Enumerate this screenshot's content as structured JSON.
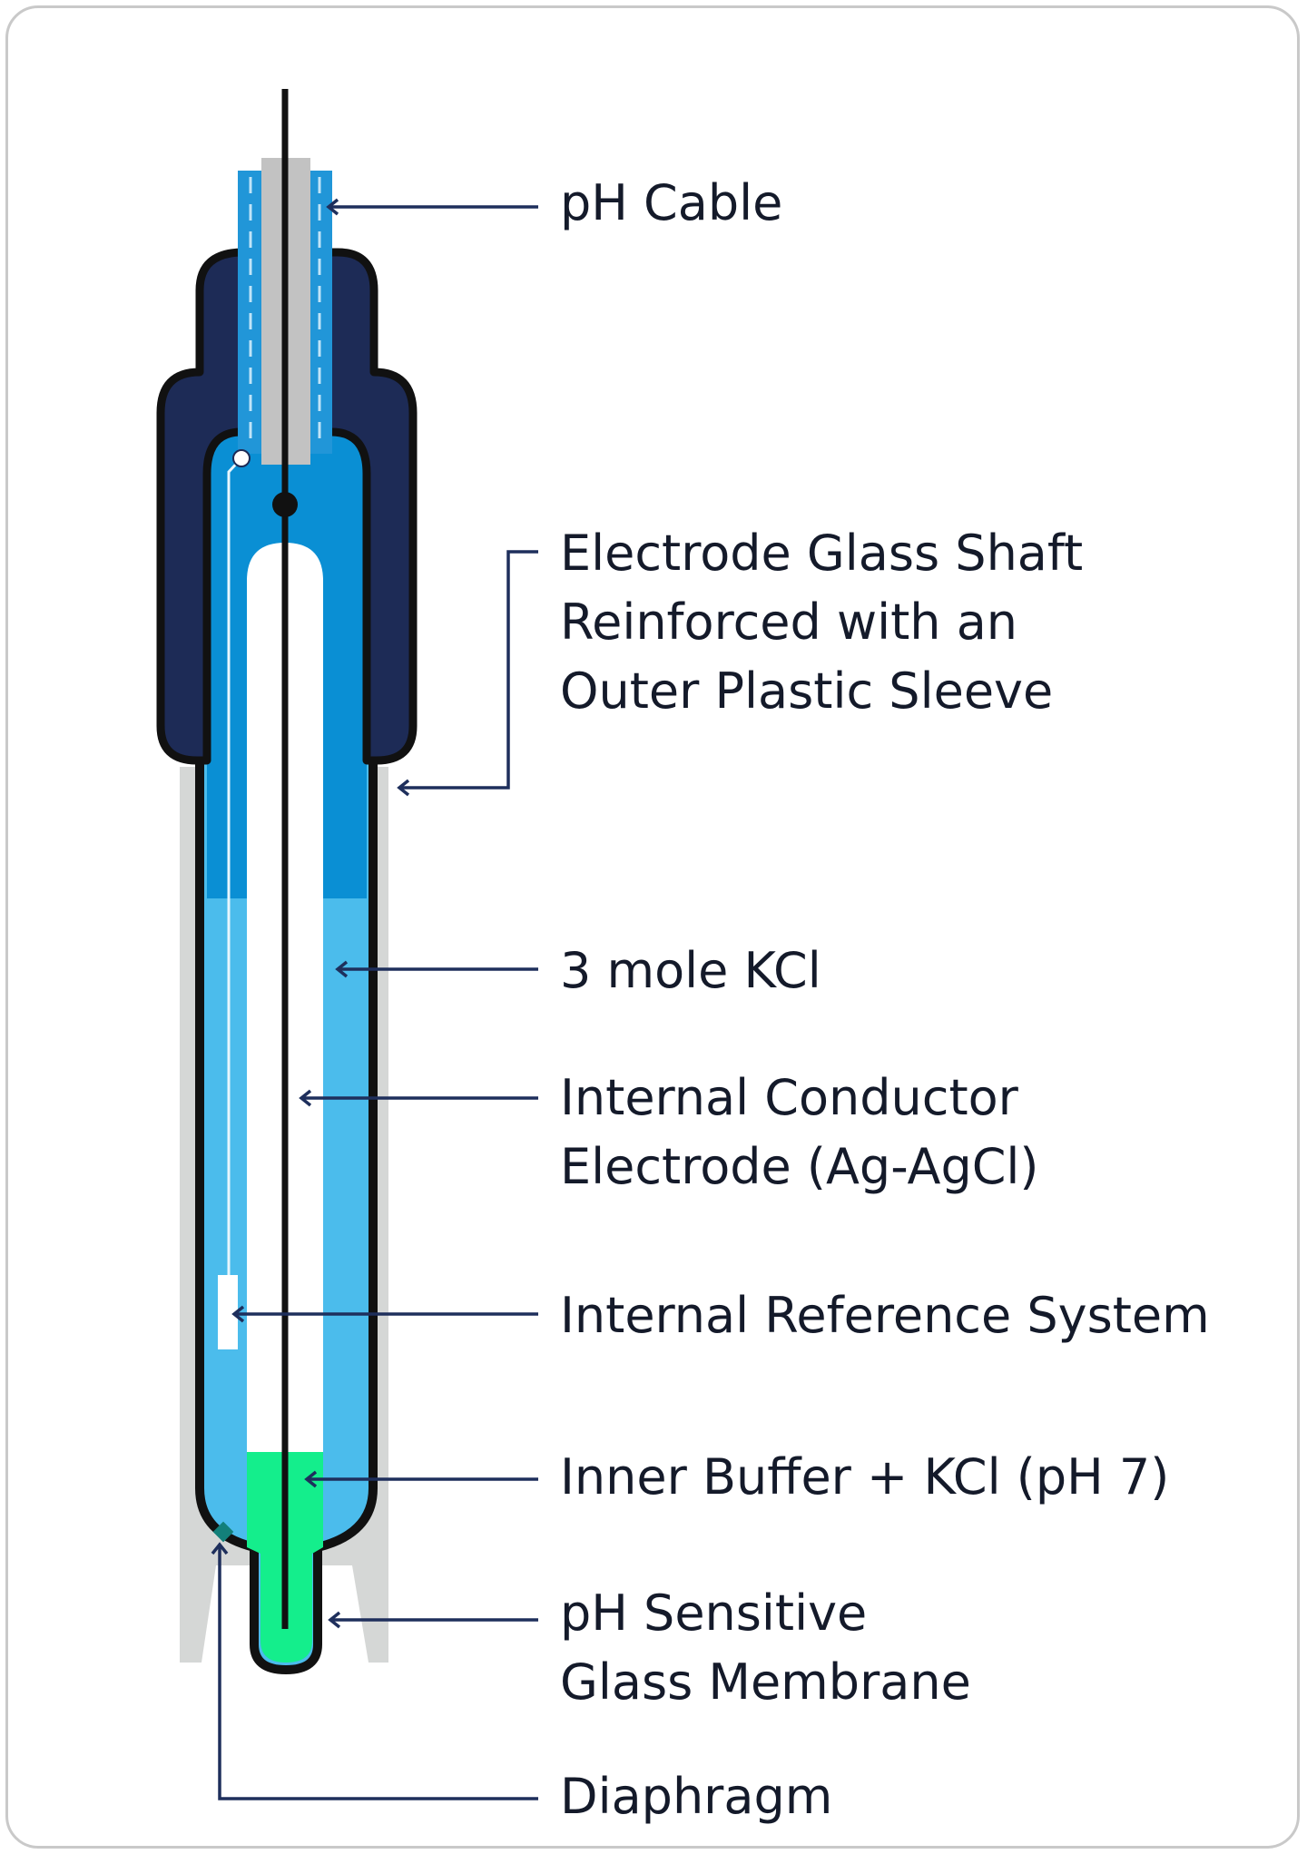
{
  "colors": {
    "outline": "#111111",
    "sleeve_navy": "#1d2b56",
    "glass_blue": "#0a8fd4",
    "kcl_light_blue": "#4bbcec",
    "cable_blue": "#2196d8",
    "grey_sleeve": "#d5d7d6",
    "cable_core_grey": "#c2c2c2",
    "inner_tube_white": "#ffffff",
    "buffer_green": "#14ee8c",
    "diaphragm_teal": "#13807a",
    "leader_line": "#1e2f5c",
    "card_border": "#c9c9c9",
    "label_text": "#141a2a"
  },
  "labels": {
    "ph_cable": [
      "pH Cable"
    ],
    "glass_shaft": [
      "Electrode Glass Shaft",
      "Reinforced with an",
      "Outer Plastic Sleeve"
    ],
    "kcl": [
      "3 mole KCl"
    ],
    "internal_conductor": [
      "Internal Conductor",
      "Electrode (Ag-AgCl)"
    ],
    "internal_reference": [
      "Internal Reference System"
    ],
    "inner_buffer": [
      "Inner Buffer + KCl (pH 7)"
    ],
    "glass_membrane": [
      "pH Sensitive",
      "Glass Membrane"
    ],
    "diaphragm": [
      "Diaphragm"
    ]
  }
}
